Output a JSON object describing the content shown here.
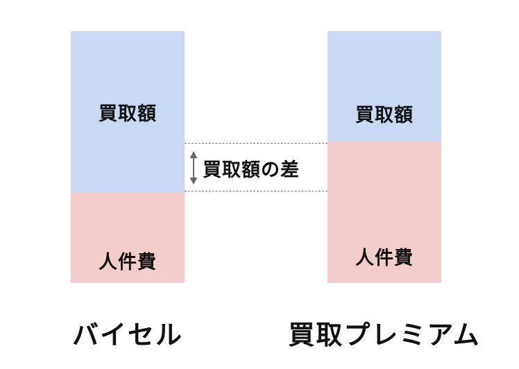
{
  "left_bar": {
    "top_label": "買取額",
    "bottom_label": "人件費",
    "name": "バイセル"
  },
  "right_bar": {
    "top_label": "買取額",
    "bottom_label": "人件費",
    "name": "買取プレミアム"
  },
  "difference": {
    "label": "買取額の差",
    "icon": "double-arrow-vertical-icon"
  },
  "colors": {
    "buy_amount": "#c9d9f4",
    "labor_cost": "#f3cccc",
    "dash": "#7a7a7a"
  }
}
